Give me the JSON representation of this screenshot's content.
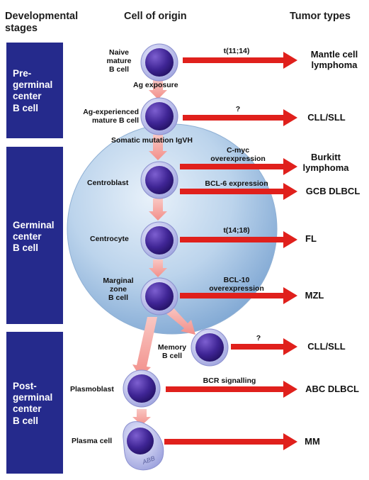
{
  "headers": {
    "developmental": "Developmental stages",
    "cell_origin": "Cell of origin",
    "tumor_types": "Tumor types"
  },
  "stages": [
    {
      "label": "Pre-germinal center B cell",
      "lines": [
        "Pre-",
        "germinal",
        "center",
        "B cell"
      ]
    },
    {
      "label": "Germinal center B cell",
      "lines": [
        "Germinal",
        "center",
        "B cell"
      ]
    },
    {
      "label": "Post-germinal center B cell",
      "lines": [
        "Post-",
        "germinal",
        "center",
        "B cell"
      ]
    }
  ],
  "cells": {
    "naive": {
      "lines": [
        "Naive",
        "mature",
        "B cell"
      ]
    },
    "ag_experienced": {
      "lines": [
        "Ag-experienced",
        "mature B cell"
      ]
    },
    "centroblast": {
      "label": "Centroblast"
    },
    "centrocyte": {
      "label": "Centrocyte"
    },
    "marginal_zone": {
      "lines": [
        "Marginal",
        "zone",
        "B cell"
      ]
    },
    "memory": {
      "lines": [
        "Memory",
        "B cell"
      ]
    },
    "plasmoblast": {
      "label": "Plasmoblast"
    },
    "plasma_cell": {
      "label": "Plasma cell"
    }
  },
  "transitions": {
    "ag_exposure": "Ag exposure",
    "somatic_mutation": "Somatic mutation IgVH"
  },
  "arrows": [
    {
      "label_lines": [
        "t(11;14)"
      ],
      "tumor_lines": [
        "Mantle cell",
        "lymphoma"
      ]
    },
    {
      "label_lines": [
        "?"
      ],
      "tumor_lines": [
        "CLL/SLL"
      ]
    },
    {
      "label_lines": [
        "C-myc",
        "overexpression"
      ],
      "tumor_lines": [
        "Burkitt",
        "lymphoma"
      ]
    },
    {
      "label_lines": [
        "BCL-6 expression"
      ],
      "tumor_lines": [
        "GCB DLBCL"
      ]
    },
    {
      "label_lines": [
        "t(14;18)"
      ],
      "tumor_lines": [
        "FL"
      ]
    },
    {
      "label_lines": [
        "BCL-10",
        "overexpression"
      ],
      "tumor_lines": [
        "MZL"
      ]
    },
    {
      "label_lines": [
        "?"
      ],
      "tumor_lines": [
        "CLL/SLL"
      ]
    },
    {
      "label_lines": [
        "BCR signalling"
      ],
      "tumor_lines": [
        "ABC DLBCL"
      ]
    },
    {
      "label_lines": [],
      "tumor_lines": [
        "MM"
      ]
    }
  ],
  "signature": "ABB",
  "colors": {
    "stage_box": "#252a8c",
    "red_arrow": "#e0201c",
    "pink_arrow": "#f6aaa6",
    "germinal_center": "#a9c9e6",
    "cell_nucleus": "#3a1f86",
    "cell_body": "#c5c8ee"
  }
}
